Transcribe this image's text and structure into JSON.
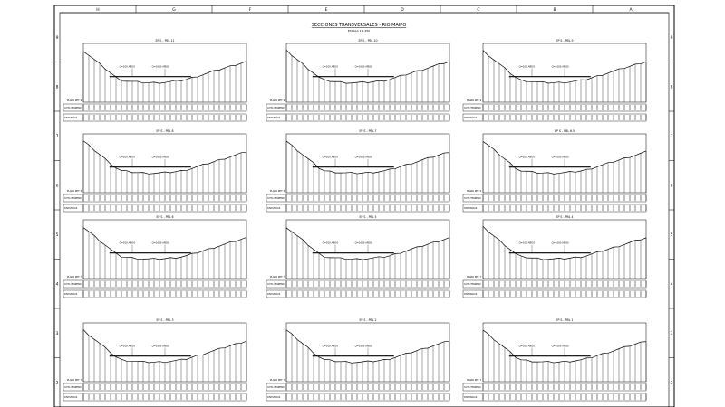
{
  "sheet": {
    "title": "SECCIONES TRANSVERSALES - RIO MAIPO",
    "scale": "ESCALA 1:1.250",
    "column_labels": [
      "H",
      "G",
      "F",
      "E",
      "D",
      "C",
      "B",
      "A"
    ],
    "row_labels": [
      "9",
      "8",
      "7",
      "6",
      "5",
      "4",
      "3",
      "2"
    ]
  },
  "sections": [
    {
      "title": "EP S - PBL 11",
      "ref_label": "PLANO REF. 9"
    },
    {
      "title": "EP S - PBL 10",
      "ref_label": "PLANO REF. 9"
    },
    {
      "title": "EP S - PBL 9",
      "ref_label": "PLANO REF. 9"
    },
    {
      "title": "EP S - PBL 8",
      "ref_label": "PLANO REF. 9"
    },
    {
      "title": "EP S - PBL 7",
      "ref_label": "PLANO REF. 9"
    },
    {
      "title": "EP S - PBL 6.5",
      "ref_label": "PLANO REF. 9"
    },
    {
      "title": "EP S - PBL 6",
      "ref_label": "PLANO REF. 7"
    },
    {
      "title": "EP S - PBL 5",
      "ref_label": "PLANO REF. 7"
    },
    {
      "title": "EP S - PBL 4",
      "ref_label": "PLANO REF. 7"
    },
    {
      "title": "EP S - PBL 3",
      "ref_label": "PLANO REF. 7"
    },
    {
      "title": "EP S - PBL 2",
      "ref_label": "PLANO REF. 7"
    },
    {
      "title": "EP S - PBL 1",
      "ref_label": "PLANO REF. 7"
    }
  ],
  "section_labels": {
    "water_left": "Q=100 AÑOS",
    "water_right": "Q=1000 AÑOS",
    "row_terrain": "COTA TERRENO",
    "row_distance": "DISTANCIAS"
  },
  "colors": {
    "ink": "#000000",
    "paper": "#ffffff"
  }
}
